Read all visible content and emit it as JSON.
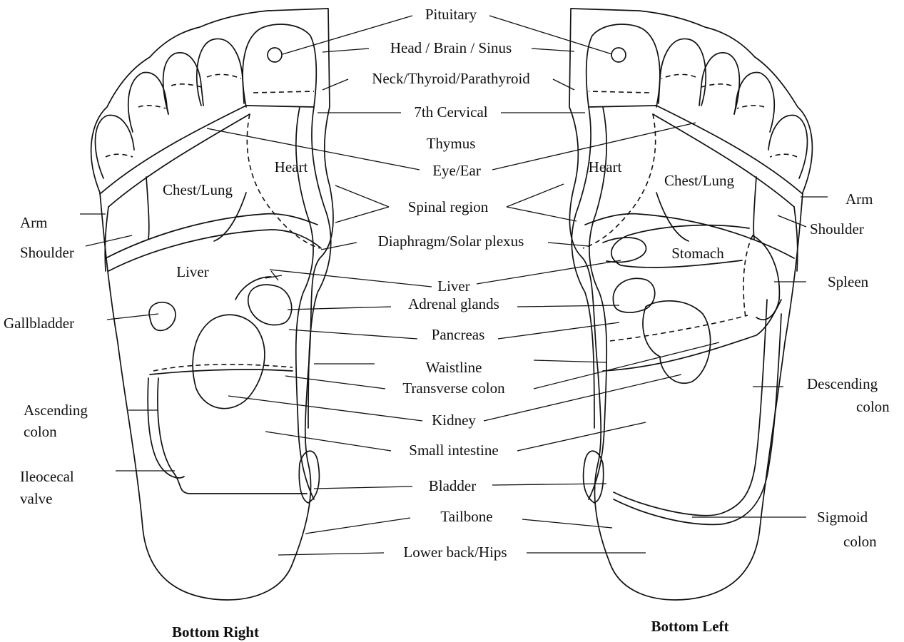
{
  "center_labels": {
    "pituitary": "Pituitary",
    "head": "Head / Brain / Sinus",
    "neck": "Neck/Thyroid/Parathyroid",
    "cervical": "7th Cervical",
    "thymus": "Thymus",
    "eye_ear": "Eye/Ear",
    "spinal": "Spinal region",
    "diaphragm": "Diaphragm/Solar plexus",
    "liver": "Liver",
    "adrenal": "Adrenal glands",
    "pancreas": "Pancreas",
    "waistline": "Waistline",
    "transverse": "Transverse colon",
    "kidney": "Kidney",
    "small_intestine": "Small intestine",
    "bladder": "Bladder",
    "tailbone": "Tailbone",
    "lower_back": "Lower back/Hips"
  },
  "right_foot": {
    "caption": "Bottom Right",
    "heart": "Heart",
    "chest_lung": "Chest/Lung",
    "liver": "Liver",
    "arm": "Arm",
    "shoulder": "Shoulder",
    "gallbladder": "Gallbladder",
    "ascending_1": "Ascending",
    "ascending_2": "colon",
    "ileocecal_1": "Ileocecal",
    "ileocecal_2": "valve"
  },
  "left_foot": {
    "caption": "Bottom Left",
    "heart": "Heart",
    "chest_lung": "Chest/Lung",
    "stomach": "Stomach",
    "arm": "Arm",
    "shoulder": "Shoulder",
    "spleen": "Spleen",
    "descending_1": "Descending",
    "descending_2": "colon",
    "sigmoid_1": "Sigmoid",
    "sigmoid_2": "colon"
  }
}
